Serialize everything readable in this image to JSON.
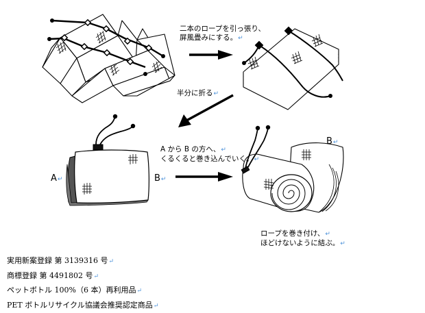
{
  "steps": [
    {
      "id": "step1",
      "caption_lines": [
        "二本のロープを引っ張り、",
        "屏風畳みにする。"
      ]
    },
    {
      "id": "step2",
      "caption_lines": [
        "半分に折る"
      ]
    },
    {
      "id": "step3",
      "caption_lines": [
        "A から B の方へ、",
        "くるくると巻き込んでいく。"
      ]
    },
    {
      "id": "step4",
      "caption_lines": [
        "ロープを巻き付け、",
        "ほどけないように結ぶ。"
      ]
    }
  ],
  "labels": {
    "a_left": "A",
    "b_folded": "B",
    "b_rolled": "B"
  },
  "return_mark": "↵",
  "notes": [
    "実用新案登録 第 3139316 号",
    "商標登録 第 4491802 号",
    "ペットボトル 100%（6 本）再利用品",
    "PET ボトルリサイクル協議会推奨認定商品"
  ],
  "colors": {
    "ink": "#000000",
    "return_mark": "#4a90d9"
  }
}
